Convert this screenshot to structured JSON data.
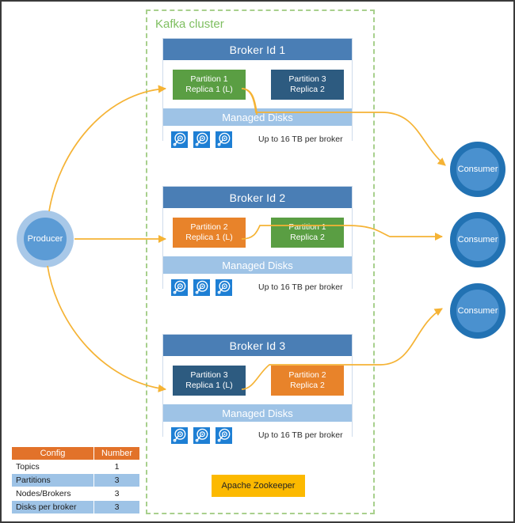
{
  "cluster": {
    "title": "Kafka cluster",
    "accent_green": "#7fbf61",
    "border_color": "#a8d08d"
  },
  "producer": {
    "label": "Producer",
    "outer_color": "#a8c8e8",
    "inner_color": "#5b9bd5"
  },
  "consumers": [
    {
      "label": "Consumer"
    },
    {
      "label": "Consumer"
    },
    {
      "label": "Consumer"
    }
  ],
  "consumer_style": {
    "outer_color": "#2272b3",
    "inner_color": "#4a91cf"
  },
  "disk_icon_name": "hard-disk-icon",
  "disk_icon_color": "#1e7fd4",
  "arrow_color": "#f5b335",
  "brokers": [
    {
      "header": "Broker Id 1",
      "partitions": [
        {
          "line1": "Partition 1",
          "line2": "Replica 1 (L)",
          "color": "#5a9e43",
          "role": "leader"
        },
        {
          "line1": "Partition 3",
          "line2": "Replica 2",
          "color": "#2d5b80",
          "role": "follower"
        }
      ],
      "disks_header": "Managed Disks",
      "disk_count": 3,
      "capacity": "Up to 16 TB per broker"
    },
    {
      "header": "Broker Id 2",
      "partitions": [
        {
          "line1": "Partition 2",
          "line2": "Replica 1 (L)",
          "color": "#e8832a",
          "role": "leader"
        },
        {
          "line1": "Partition 1",
          "line2": "Replica 2",
          "color": "#5a9e43",
          "role": "follower"
        }
      ],
      "disks_header": "Managed Disks",
      "disk_count": 3,
      "capacity": "Up to 16 TB per broker"
    },
    {
      "header": "Broker Id 3",
      "partitions": [
        {
          "line1": "Partition 3",
          "line2": "Replica 1 (L)",
          "color": "#2d5b80",
          "role": "leader"
        },
        {
          "line1": "Partition 2",
          "line2": "Replica 2",
          "color": "#e8832a",
          "role": "follower"
        }
      ],
      "disks_header": "Managed Disks",
      "disk_count": 3,
      "capacity": "Up to 16 TB per broker"
    }
  ],
  "zookeeper": {
    "label": "Apache Zookeeper",
    "color": "#fcb900"
  },
  "config_table": {
    "headers": [
      "Config",
      "Number"
    ],
    "header_color": "#e2722a",
    "rows": [
      {
        "config": "Topics",
        "number": "1"
      },
      {
        "config": "Partitions",
        "number": "3"
      },
      {
        "config": "Nodes/Brokers",
        "number": "3"
      },
      {
        "config": "Disks per broker",
        "number": "3"
      }
    ]
  }
}
